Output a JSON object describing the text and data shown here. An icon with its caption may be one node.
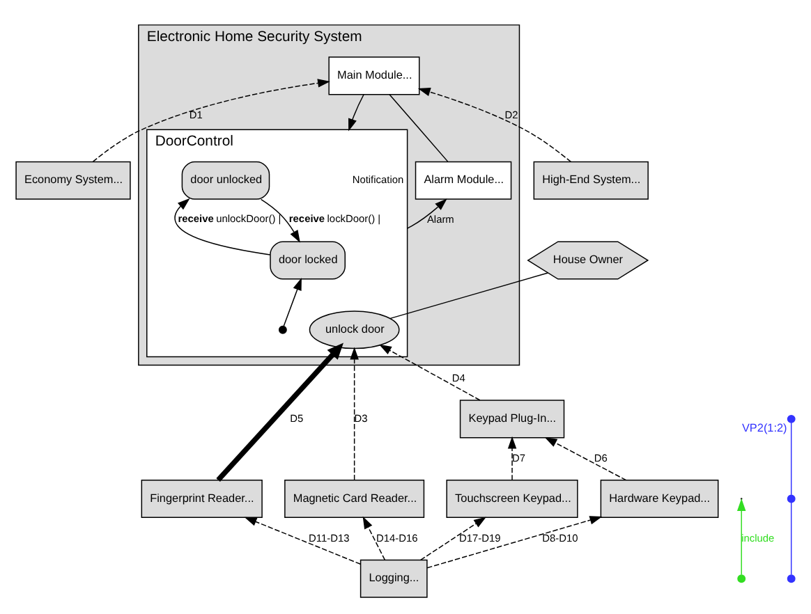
{
  "diagram": {
    "nodes": [
      {
        "text": [
          "Electronic Home Security System"
        ]
      },
      {
        "text": [
          "Alarm Module..."
        ],
        "in": 0
      },
      {
        "text": [
          "Main Module..."
        ],
        "in": 0
      },
      {
        "text": [
          "DoorControl"
        ],
        "in": 0
      },
      {
        "text": [
          "door locked"
        ],
        "in": 3
      },
      {
        "text": [
          "door unlocked"
        ],
        "in": 3
      },
      {
        "text": [
          "unlock door"
        ],
        "in": 3
      },
      {
        "text": [],
        "shape": "circle",
        "in": 3
      },
      {
        "text": [
          "House Owner"
        ]
      },
      {
        "text": [
          "Economy System..."
        ]
      },
      {
        "text": [
          "High-End System..."
        ]
      },
      {
        "text": [
          "Keypad Plug-In..."
        ]
      },
      {
        "text": [
          "Fingerprint Reader..."
        ]
      },
      {
        "text": [
          "Magnetic Card Reader..."
        ]
      },
      {
        "text": [
          "Touchscreen Keypad..."
        ]
      },
      {
        "text": [
          "Hardware Keypad..."
        ]
      },
      {
        "text": [
          "Logging..."
        ]
      },
      {
        "text": [],
        "shape": "circle"
      },
      {
        "text": [],
        "shape": "circle"
      },
      {
        "text": [],
        "shape": "circle"
      },
      {
        "text": [],
        "shape": "circle",
        "beside": [
          "VP2(1:2)"
        ]
      }
    ],
    "edges": [
      {
        "from": 3,
        "to": 1,
        "arrow": "to",
        "label": "Alarm"
      },
      {
        "from": 2,
        "to": 3,
        "arrow": "to",
        "label": "Notification"
      },
      {
        "from": 1,
        "to": 2,
        "arrow": "none"
      },
      {
        "from": 7,
        "to": 4,
        "arrow": "to"
      },
      {
        "from": 4,
        "to": 5,
        "arrow": "to",
        "label": "**receive** unlockDoor() |"
      },
      {
        "from": 5,
        "to": 4,
        "arrow": "to",
        "label": "**receive** lockDoor() |"
      },
      {
        "from": 6,
        "to": 8,
        "arrow": "none"
      },
      {
        "from": 9,
        "to": 2,
        "arrow": "to",
        "label": "D1",
        "style": "dashed"
      },
      {
        "from": 10,
        "to": 2,
        "arrow": "to",
        "label": "D2",
        "style": "dashed"
      },
      {
        "from": 11,
        "to": 6,
        "arrow": "to",
        "label": "D4",
        "style": "dashed"
      },
      {
        "from": 12,
        "to": 6,
        "arrow": "to",
        "label": "D5",
        "style": "thick"
      },
      {
        "from": 13,
        "to": 6,
        "arrow": "to",
        "label": "D3",
        "style": "dashed"
      },
      {
        "from": 14,
        "to": 11,
        "arrow": "to",
        "label": "D7",
        "style": "dashed"
      },
      {
        "from": 15,
        "to": 11,
        "arrow": "to",
        "label": "D6",
        "style": "dashed"
      },
      {
        "from": 16,
        "to": 14,
        "arrow": "to",
        "label": "D17-D19",
        "style": "dashed"
      },
      {
        "from": 16,
        "to": 15,
        "arrow": "to",
        "label": "D8-D10",
        "style": "dashed"
      },
      {
        "from": 16,
        "to": 12,
        "arrow": "to",
        "label": "D11-D13",
        "style": "dashed"
      },
      {
        "from": 16,
        "to": 13,
        "arrow": "to",
        "label": "D14-D16",
        "style": "dashed"
      },
      {
        "from": 17,
        "to": null,
        "arrow": "to",
        "label": "include",
        "color": "#33dd22"
      },
      {
        "from": 18,
        "to": 19,
        "arrow": "none",
        "color": "#3333ff"
      },
      {
        "from": 19,
        "to": 20,
        "arrow": "none",
        "color": "#3333ff"
      }
    ]
  }
}
